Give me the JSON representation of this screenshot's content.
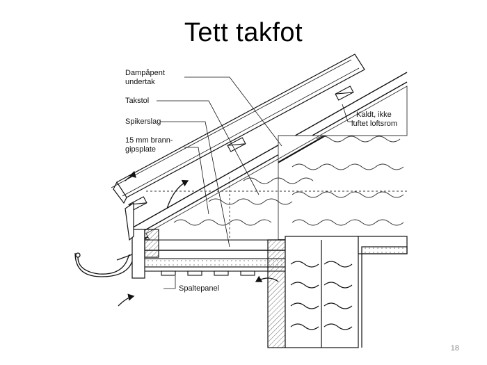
{
  "slide": {
    "title": "Tett takfot",
    "page_number": "18"
  },
  "labels": {
    "dampapent_line1": "Dampåpent",
    "dampapent_line2": "undertak",
    "takstol": "Takstol",
    "spikerslag": "Spikerslag",
    "gips_line1": "15 mm brann-",
    "gips_line2": "gipsplate",
    "kaldt_line1": "Kaldt, ikke",
    "kaldt_line2": "luftet loftsrom",
    "spaltepanel": "Spaltepanel"
  }
}
